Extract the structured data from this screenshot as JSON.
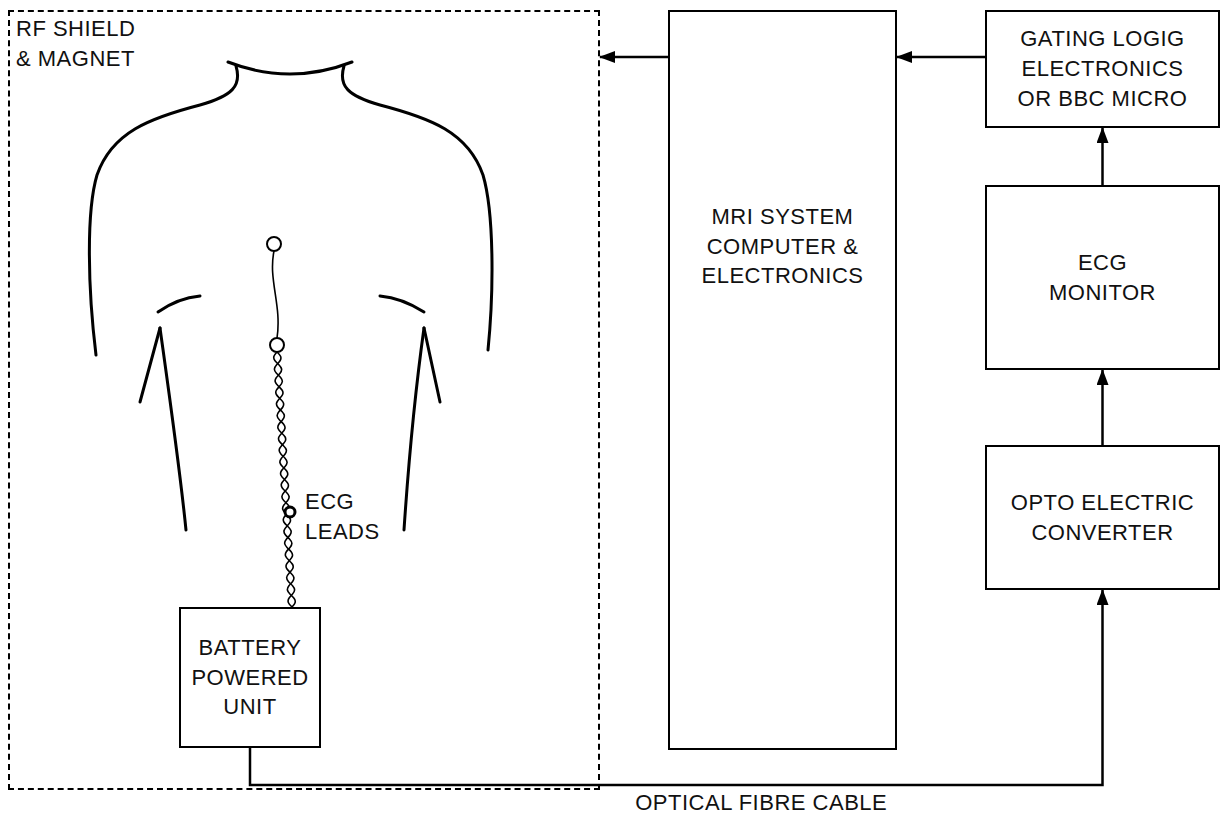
{
  "diagram": {
    "nodes": [
      {
        "text": [
          "RF SHIELD & MAGNET"
        ]
      },
      {
        "text": [
          "BATTERY POWERED UNIT"
        ],
        "in": 0
      },
      {
        "text": [
          "MRI SYSTEM COMPUTER & ELECTRONICS"
        ]
      },
      {
        "text": [
          "GATING LOGIG ELECTRONICS OR BBC MICRO"
        ]
      },
      {
        "text": [
          "ECG MONITOR"
        ]
      },
      {
        "text": [
          "OPTO ELECTRIC CONVERTER"
        ]
      }
    ],
    "edges": [
      {
        "from": 2,
        "to": 0,
        "arrow": "to"
      },
      {
        "from": 3,
        "to": 2,
        "arrow": "to"
      },
      {
        "from": 4,
        "to": 3,
        "arrow": "to"
      },
      {
        "from": 5,
        "to": 4,
        "arrow": "to"
      },
      {
        "from": 1,
        "to": 5,
        "label": "OPTICAL FIBRE CABLE",
        "arrow": "to"
      }
    ],
    "labels": [
      "ECG LEADS"
    ]
  }
}
